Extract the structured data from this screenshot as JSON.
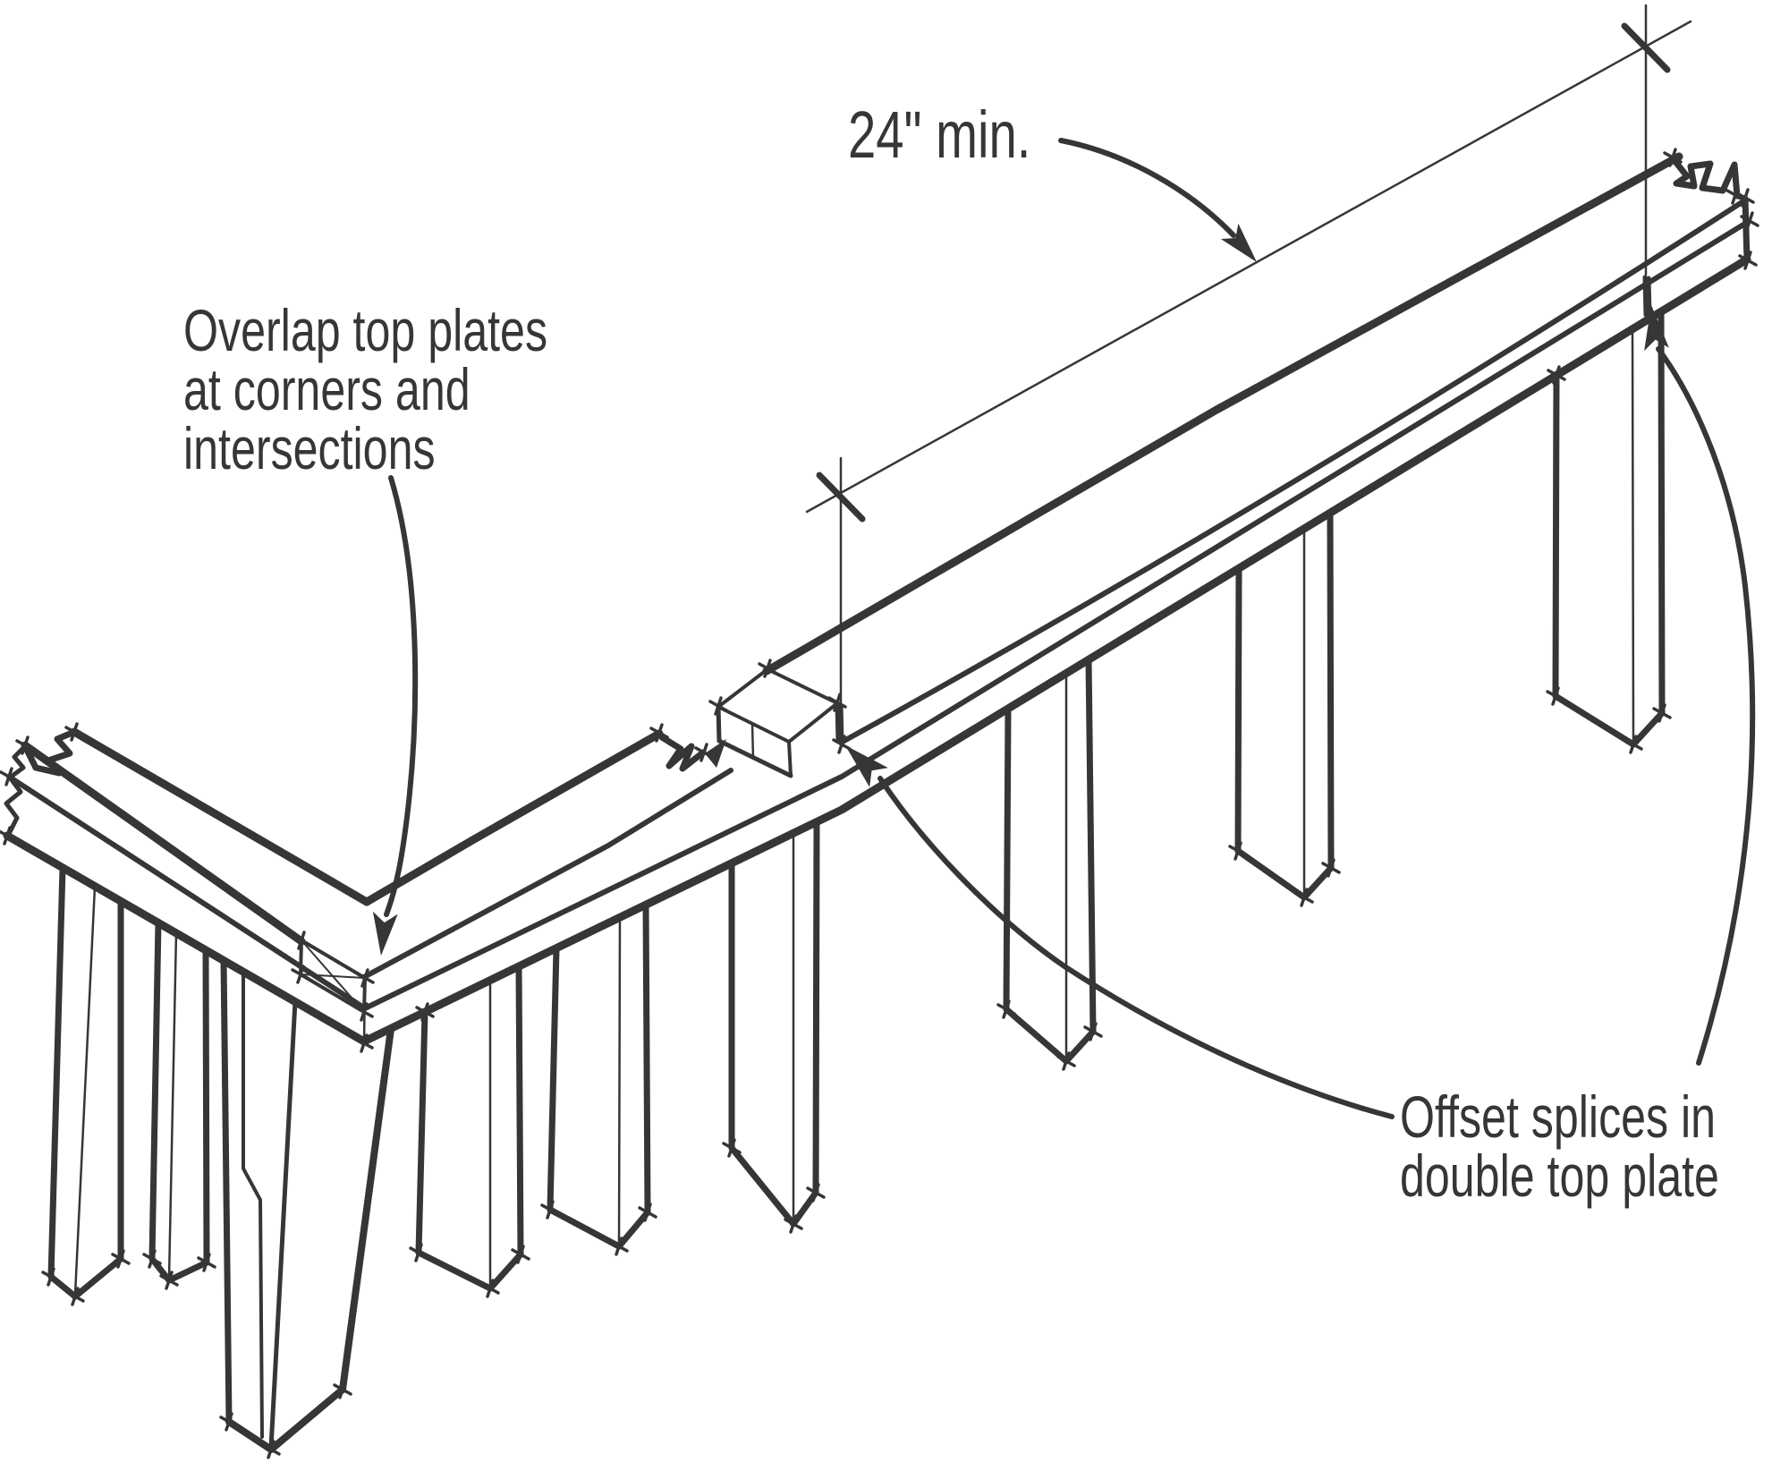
{
  "title": "Double top plate framing detail",
  "ink_color": "#363636",
  "background_color": "#ffffff",
  "labels": {
    "dimension": "24\" min.",
    "overlap_line1": "Overlap top plates",
    "overlap_line2": "at corners and",
    "overlap_line3": "intersections",
    "offset_line1": "Offset splices in",
    "offset_line2": "double top plate"
  }
}
